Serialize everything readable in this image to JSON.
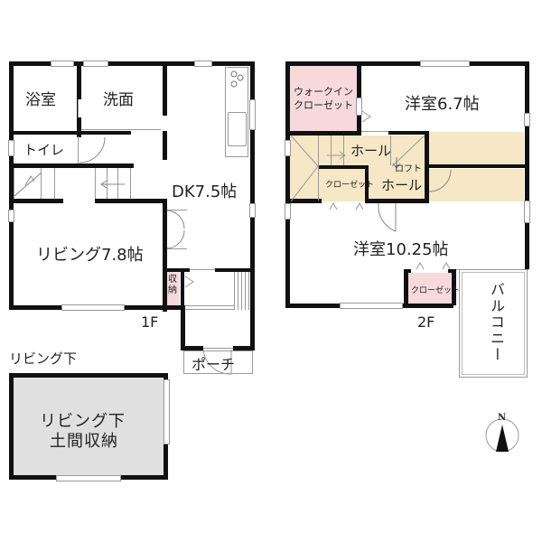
{
  "floor1": {
    "label": "1F",
    "rooms": {
      "bath": "浴室",
      "washroom": "洗面",
      "toilet": "トイレ",
      "dk": "DK7.5帖",
      "living": "リビング7.8帖",
      "storage": "収\n納",
      "porch": "ポーチ"
    }
  },
  "floor2": {
    "label": "2F",
    "rooms": {
      "walkin_closet_line1": "ウォークイン",
      "walkin_closet_line2": "クローゼット",
      "western_room_1": "洋室6.7帖",
      "hall_1": "ホール",
      "loft": "ロフト",
      "closet_1": "クローゼット",
      "hall_2": "ホール",
      "western_room_2": "洋室10.25帖",
      "closet_2": "クローゼット",
      "balcony": "バルコニー"
    }
  },
  "under_living": {
    "label": "リビング下",
    "room_line1": "リビング下",
    "room_line2": "土間収納"
  },
  "compass": {
    "label": "N"
  },
  "colors": {
    "closet_fill": "#f7d9dc",
    "hall_fill": "#f6e7c6",
    "storage_fill": "#e0e0e0",
    "wall": "#111111"
  }
}
